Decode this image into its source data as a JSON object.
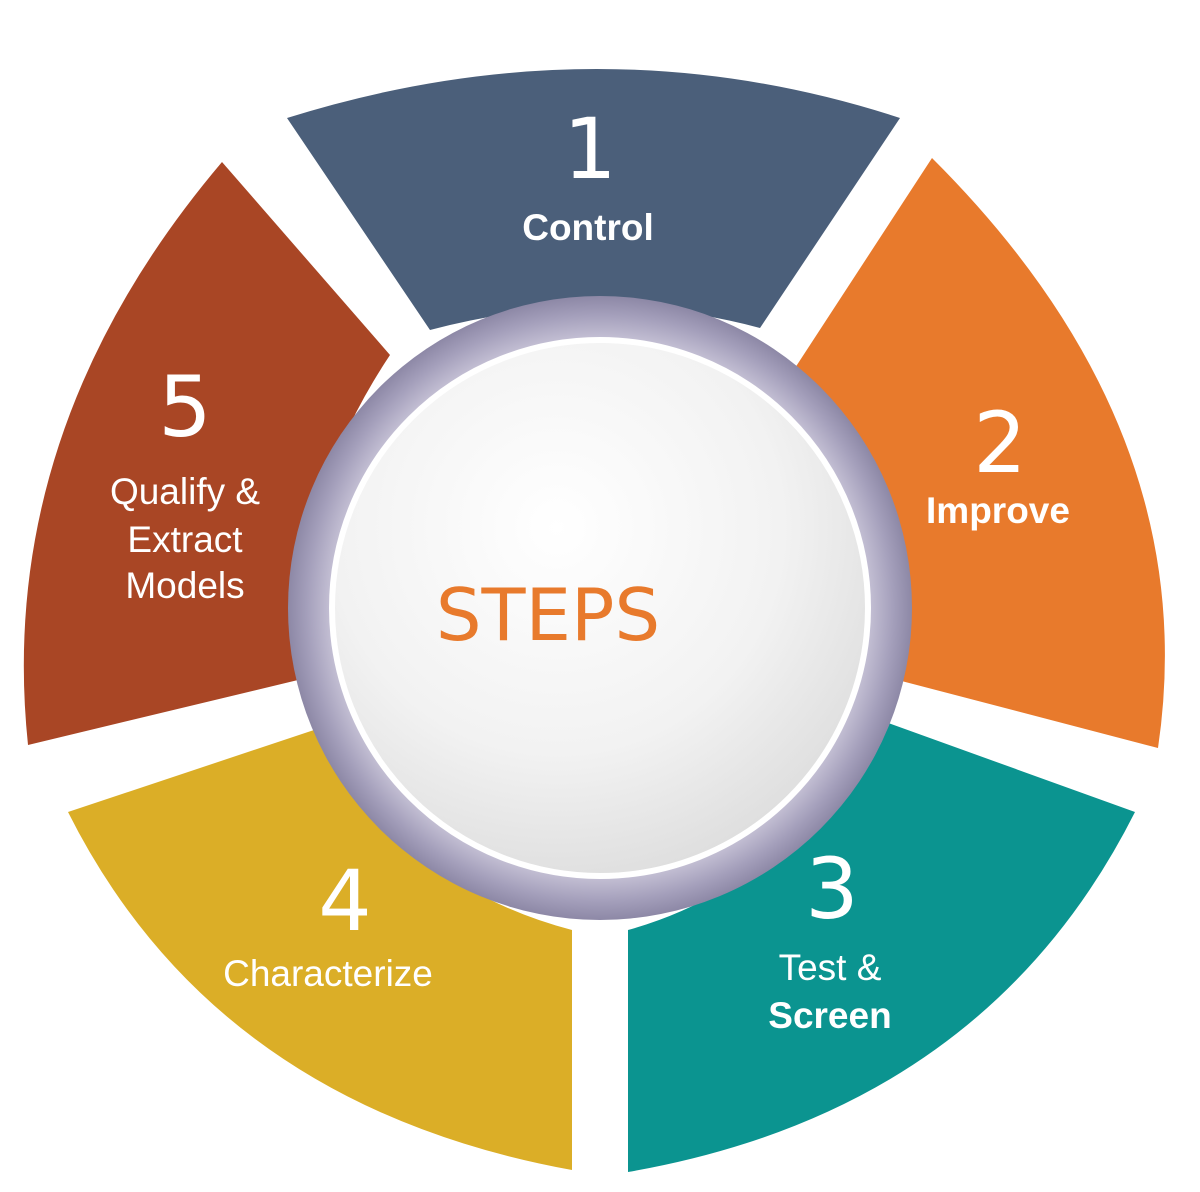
{
  "center": {
    "label": "STEPS",
    "color": "#E87A2C"
  },
  "steps": [
    {
      "number": "1",
      "lines": [
        "Control"
      ],
      "color": "#4B5F7A"
    },
    {
      "number": "2",
      "lines": [
        "Improve"
      ],
      "color": "#E87A2C"
    },
    {
      "number": "3",
      "lines": [
        "Test &",
        "Screen"
      ],
      "color": "#0B9490"
    },
    {
      "number": "4",
      "lines": [
        "Characterize"
      ],
      "color": "#DBAE27"
    },
    {
      "number": "5",
      "lines": [
        "Qualify &",
        "Extract",
        "Models"
      ],
      "color": "#A94625"
    }
  ]
}
